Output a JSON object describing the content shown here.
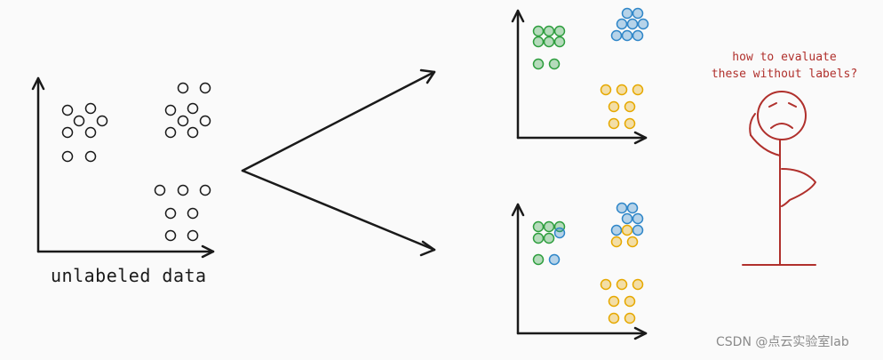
{
  "caption": "unlabeled data",
  "question": {
    "line1": "how to evaluate",
    "line2": "these without labels?"
  },
  "watermark": "CSDN @点云实验室lab",
  "colors": {
    "ink": "#1a1a1a",
    "green": "#2e9e3e",
    "blue": "#2f86c8",
    "yellow": "#e6a800",
    "red": "#b0302c"
  }
}
